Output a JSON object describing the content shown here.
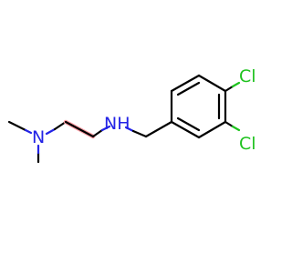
{
  "molecule": {
    "atoms": {
      "n_dimethyl": {
        "symbol": "N",
        "color": "#2323e6"
      },
      "n_amine": {
        "symbol": "NH",
        "color": "#2323e6"
      },
      "cl_top": {
        "symbol": "Cl",
        "color": "#1fc21f"
      },
      "cl_bottom": {
        "symbol": "Cl",
        "color": "#1fc21f"
      }
    },
    "colors": {
      "carbon_bond": "#000000",
      "nitrogen": "#2323e6",
      "chlorine": "#1fc21f",
      "highlight": "#ff9fa6",
      "background": "#ffffff"
    }
  }
}
